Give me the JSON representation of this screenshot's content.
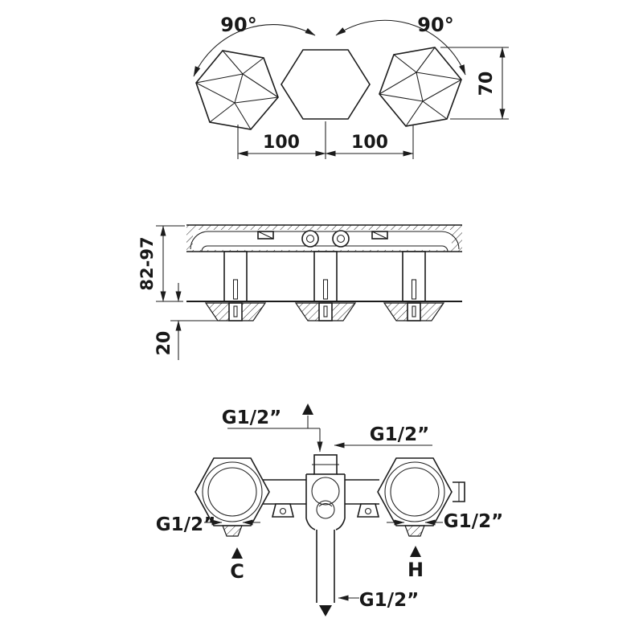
{
  "drawing": {
    "background": "#ffffff",
    "line_color": "#1c1c1c"
  },
  "top_view": {
    "angle_left": "90°",
    "angle_right": "90°",
    "height_dim": "70",
    "spacing_left": "100",
    "spacing_right": "100"
  },
  "section_view": {
    "depth_dim": "82-97",
    "wall_dim": "20"
  },
  "front_view": {
    "thread_top_left": "G1/2”",
    "thread_top_right": "G1/2”",
    "thread_left": "G1/2”",
    "thread_right": "G1/2”",
    "thread_bottom": "G1/2”",
    "cold": "C",
    "hot": "H"
  }
}
